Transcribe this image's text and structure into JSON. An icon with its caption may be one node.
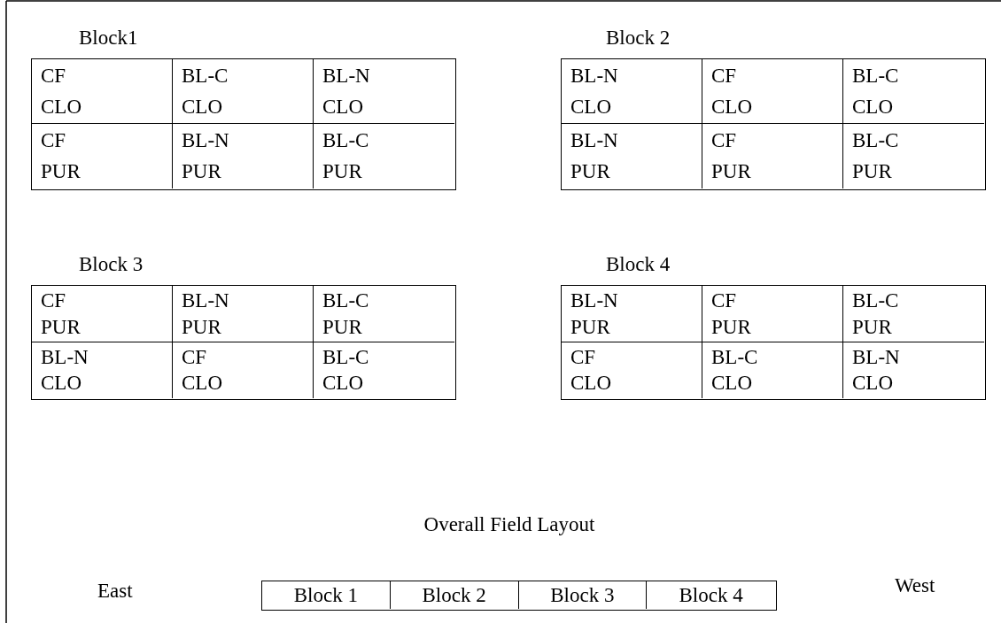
{
  "diagram": {
    "nodes": [
      {
        "text": [
          "Block1"
        ]
      },
      {
        "text": [
          "CF",
          "CLO"
        ],
        "in": 0
      },
      {
        "text": [
          "BL-C",
          "CLO"
        ],
        "in": 0
      },
      {
        "text": [
          "BL-N",
          "CLO"
        ],
        "in": 0
      },
      {
        "text": [
          "CF",
          "PUR"
        ],
        "in": 0
      },
      {
        "text": [
          "BL-N",
          "PUR"
        ],
        "in": 0
      },
      {
        "text": [
          "BL-C",
          "PUR"
        ],
        "in": 0
      },
      {
        "text": [
          "Block 2"
        ]
      },
      {
        "text": [
          "BL-N",
          "CLO"
        ],
        "in": 7
      },
      {
        "text": [
          "CF",
          "CLO"
        ],
        "in": 7
      },
      {
        "text": [
          "BL-C",
          "CLO"
        ],
        "in": 7
      },
      {
        "text": [
          "BL-N",
          "PUR"
        ],
        "in": 7
      },
      {
        "text": [
          "CF",
          "PUR"
        ],
        "in": 7
      },
      {
        "text": [
          "BL-C",
          "PUR"
        ],
        "in": 7
      },
      {
        "text": [
          "Block 3"
        ]
      },
      {
        "text": [
          "CF",
          "PUR"
        ],
        "in": 14
      },
      {
        "text": [
          "BL-N",
          "PUR"
        ],
        "in": 14
      },
      {
        "text": [
          "BL-C",
          "PUR"
        ],
        "in": 14
      },
      {
        "text": [
          "BL-N",
          "CLO"
        ],
        "in": 14
      },
      {
        "text": [
          "CF",
          "CLO"
        ],
        "in": 14
      },
      {
        "text": [
          "BL-C",
          "CLO"
        ],
        "in": 14
      },
      {
        "text": [
          "Block 4"
        ]
      },
      {
        "text": [
          "BL-N",
          "PUR"
        ],
        "in": 21
      },
      {
        "text": [
          "CF",
          "PUR"
        ],
        "in": 21
      },
      {
        "text": [
          "BL-C",
          "PUR"
        ],
        "in": 21
      },
      {
        "text": [
          "CF",
          "CLO"
        ],
        "in": 21
      },
      {
        "text": [
          "BL-C",
          "CLO"
        ],
        "in": 21
      },
      {
        "text": [
          "BL-N",
          "CLO"
        ],
        "in": 21
      },
      {
        "text": [],
        "shape": "box"
      },
      {
        "text": [
          "Block 1"
        ],
        "in": 28
      },
      {
        "text": [
          "Block 2"
        ],
        "in": 28
      },
      {
        "text": [
          "Block 3"
        ],
        "in": 28
      },
      {
        "text": [
          "Block 4"
        ],
        "in": 28
      }
    ],
    "labels": [
      "Overall Field Layout",
      "East",
      "West"
    ]
  }
}
